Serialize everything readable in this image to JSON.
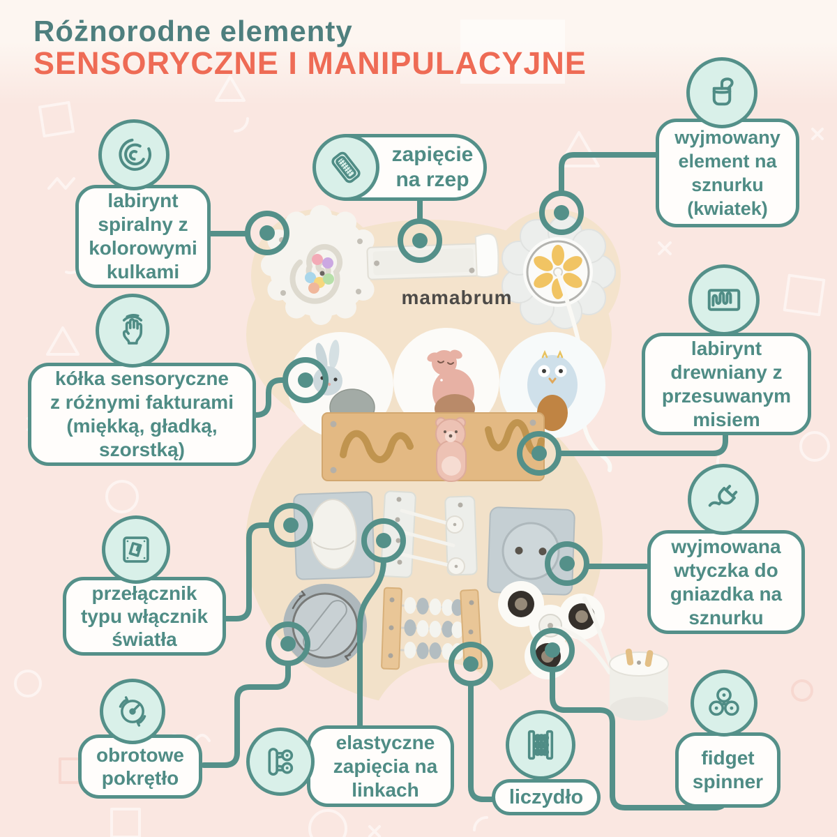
{
  "title": {
    "line1": "Różnorodne elementy",
    "line2": "SENSORYCZNE I MANIPULACYJNE"
  },
  "brand": "mamabrum",
  "colors": {
    "background": "#fae7e1",
    "accent_teal": "#549089",
    "text_teal": "#4f8c85",
    "title_teal": "#4e7f7e",
    "title_orange": "#ee6b55",
    "badge_mint": "#d9f0e9",
    "board_wood": "#f4e3cc",
    "maze_wood": "#e3b983"
  },
  "callouts": [
    {
      "id": "spiral-maze",
      "icon": "spiral-maze-icon",
      "label": "labirynt spiralny z kolorowymi kulkami",
      "lines": [
        "labirynt",
        "spiralny z",
        "kolorowymi",
        "kulkami"
      ]
    },
    {
      "id": "velcro",
      "icon": "velcro-icon",
      "label": "zapięcie na rzep",
      "lines": [
        "zapięcie",
        "na rzep"
      ]
    },
    {
      "id": "string-element",
      "icon": "string-element-icon",
      "label": "wyjmowany element na sznurku (kwiatek)",
      "lines": [
        "wyjmowany",
        "element na",
        "sznurku",
        "(kwiatek)"
      ]
    },
    {
      "id": "wooden-maze",
      "icon": "wooden-maze-icon",
      "label": "labirynt drewniany z przesuwanym misiem",
      "lines": [
        "labirynt",
        "drewniany z",
        "przesuwanym",
        "misiem"
      ]
    },
    {
      "id": "sensory-circles",
      "icon": "touch-hand-icon",
      "label": "kółka sensoryczne z różnymi fakturami (miękką, gładką, szorstką)",
      "lines": [
        "kółka sensoryczne",
        "z różnymi fakturami",
        "(miękką, gładką,",
        "szorstką)"
      ]
    },
    {
      "id": "light-switch",
      "icon": "light-switch-icon",
      "label": "przełącznik typu włącznik światła",
      "lines": [
        "przełącznik",
        "typu włącznik",
        "światła"
      ]
    },
    {
      "id": "plug-socket",
      "icon": "plug-icon",
      "label": "wyjmowana wtyczka do gniazdka na sznurku",
      "lines": [
        "wyjmowana",
        "wtyczka do",
        "gniazdka na",
        "sznurku"
      ]
    },
    {
      "id": "rotary-knob",
      "icon": "rotary-knob-icon",
      "label": "obrotowe pokrętło",
      "lines": [
        "obrotowe",
        "pokrętło"
      ]
    },
    {
      "id": "elastic-links",
      "icon": "elastic-links-icon",
      "label": "elastyczne zapięcia na linkach",
      "lines": [
        "elastyczne",
        "zapięcia na",
        "linkach"
      ]
    },
    {
      "id": "abacus",
      "icon": "abacus-icon",
      "label": "liczydło",
      "lines": [
        "liczydło"
      ]
    },
    {
      "id": "fidget-spinner",
      "icon": "fidget-spinner-icon",
      "label": "fidget spinner",
      "lines": [
        "fidget",
        "spinner"
      ]
    }
  ]
}
